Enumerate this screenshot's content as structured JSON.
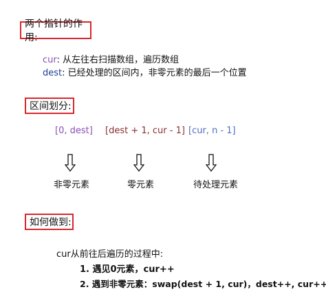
{
  "sections": {
    "pointers": {
      "heading": "两个指针的作用:",
      "cur_name": "cur",
      "cur_desc": ": 从左往右扫描数组，遍历数组",
      "dest_name": "dest",
      "dest_desc": ": 已经处理的区间内，非零元素的最后一个位置"
    },
    "partition": {
      "heading": "区间划分:",
      "intervals": [
        "[0,  dest]",
        "[dest + 1,  cur - 1]",
        "[cur,   n - 1]"
      ],
      "labels": [
        "非零元素",
        "零元素",
        "待处理元素"
      ]
    },
    "howto": {
      "heading": "如何做到:",
      "intro": "cur从前往后遍历的过程中:",
      "steps": [
        "1. 遇见0元素，cur++",
        "2. 遇到非零元素：swap(dest + 1, cur)，dest++, cur++"
      ]
    }
  },
  "colors": {
    "box_border": "#d8262c",
    "cur": "#8a4fb5",
    "dest": "#1f3f8f",
    "interval_1": "#8a4fb5",
    "interval_2": "#8b2e2e",
    "interval_3": "#4f6fbf"
  },
  "icons": [
    "down-arrow-icon"
  ]
}
